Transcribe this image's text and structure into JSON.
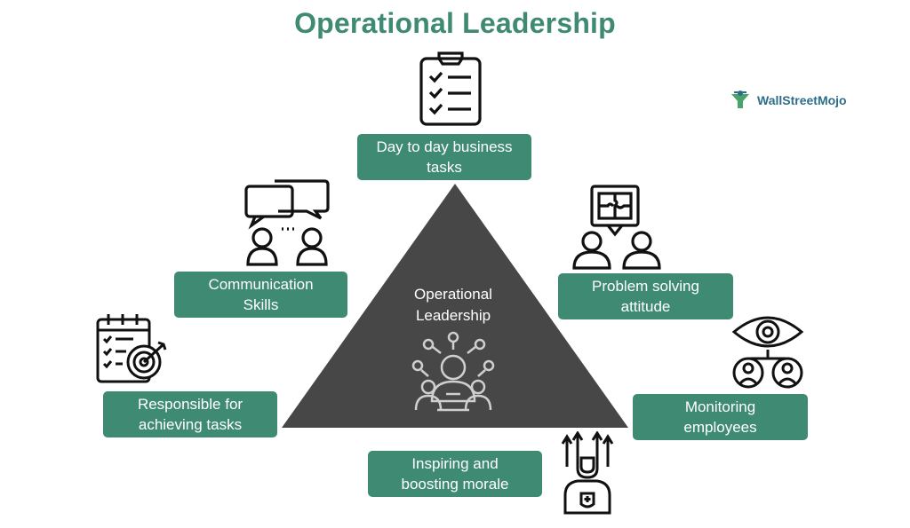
{
  "title": "Operational Leadership",
  "logo": {
    "text": "WallStreetMojo"
  },
  "center": {
    "label": "Operational\nLeadership",
    "icon": "team-leader-network-icon"
  },
  "items": [
    {
      "label": "Day to day business\ntasks",
      "icon": "clipboard-checklist-icon"
    },
    {
      "label": "Communication\nSkills",
      "icon": "chat-bubbles-people-icon"
    },
    {
      "label": "Problem solving\nattitude",
      "icon": "puzzle-people-icon"
    },
    {
      "label": "Responsible for\nachieving tasks",
      "icon": "calendar-target-icon"
    },
    {
      "label": "Monitoring\nemployees",
      "icon": "eye-people-icon"
    },
    {
      "label": "Inspiring and\nboosting morale",
      "icon": "rising-person-icon"
    }
  ],
  "colors": {
    "accent": "#3f8a73",
    "triangle": "#474747",
    "box_text": "#ffffff",
    "logo_text": "#2c6e8a"
  }
}
